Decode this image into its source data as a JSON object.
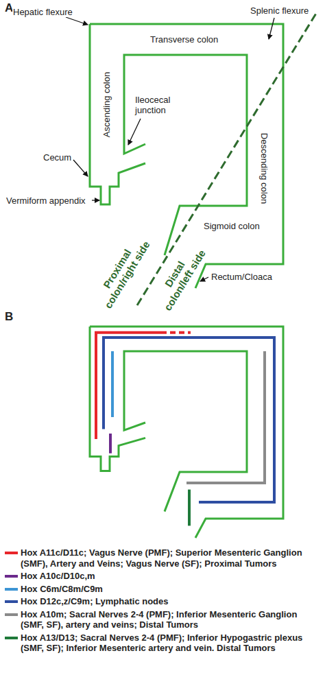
{
  "diagram": {
    "labels": [
      "A",
      "Hepatic flexure",
      "Splenic flexure",
      "Transverse colon",
      "Ascending colon",
      "Ileocecal junction",
      "Descending colon",
      "Cecum",
      "Vermiform appendix",
      "Sigmoid colon",
      "Rectum/Cloaca",
      "Proximal colon/right side",
      "Distal colon/left side",
      "B"
    ],
    "legend": [
      {
        "text": "Hox A11c/D11c; Vagus Nerve (PMF); Superior Mesenteric Ganglion (SMF), Artery and Veins; Vagus Nerve (SF); Proximal Tumors",
        "color": "#e8262b"
      },
      {
        "text": "Hox A10c/D10c,m",
        "color": "#6b2a8c"
      },
      {
        "text": "Hox C6m/C8m/C9m",
        "color": "#3d95d4"
      },
      {
        "text": "Hox D12c,z/C9m; Lymphatic nodes",
        "color": "#2e4ea2"
      },
      {
        "text": "Hox A10m; Sacral Nerves 2-4 (PMF); Inferior Mesenteric Ganglion (SMF, SF), artery and veins; Distal Tumors",
        "color": "#8a8a8a"
      },
      {
        "text": "Hox A13/D13; Sacral Nerves 2-4 (PMF); Inferior Hypogastric plexus (SMF, SF); Inferior Mesenteric artery and vein. Distal Tumors",
        "color": "#1f7a3a"
      }
    ]
  }
}
